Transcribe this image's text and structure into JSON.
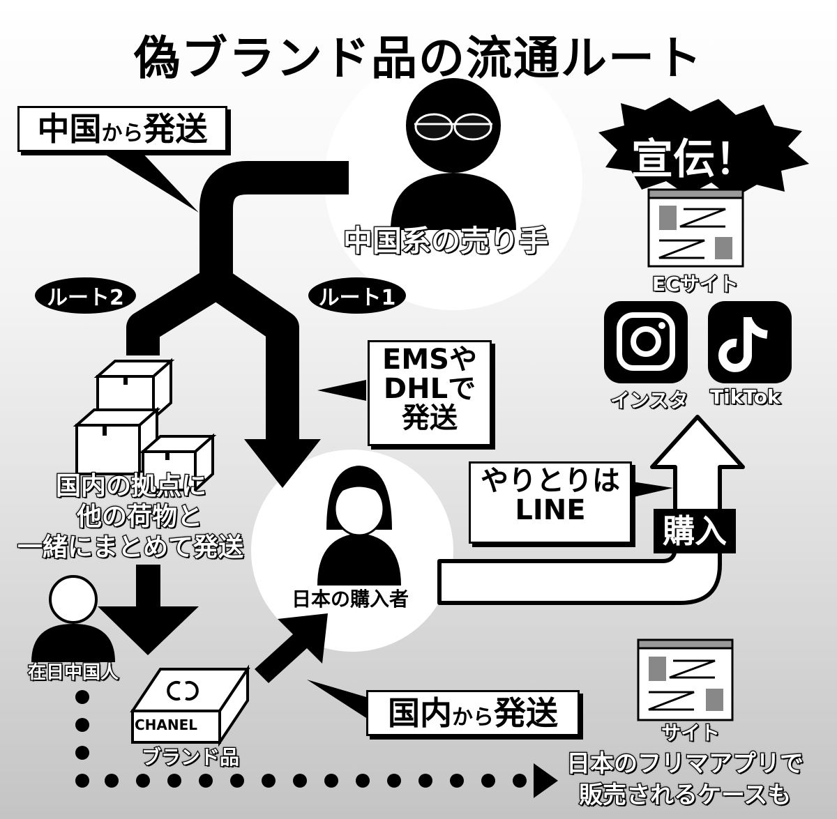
{
  "title": "偽ブランド品の流通ルート",
  "labels": {
    "ship_from_china_a": "中国",
    "ship_from_china_b": "から",
    "ship_from_china_c": "発送",
    "seller": "中国系の売り手",
    "route2": "ルート2",
    "route1": "ルート1",
    "ems_line1": "EMSや",
    "ems_line2": "DHLで",
    "ems_line3": "発送",
    "domestic_hub_line1": "国内の拠点に",
    "domestic_hub_line2": "他の荷物と",
    "domestic_hub_line3": "一緒にまとめて発送",
    "chinese_in_japan": "在日中国人",
    "buyer": "日本の購入者",
    "line_exchange_1": "やりとりは",
    "line_exchange_2": "LINE",
    "purchase": "購入",
    "advertise": "宣伝！",
    "ec_site": "ECサイト",
    "instagram": "インスタ",
    "tiktok": "TikTok",
    "brand_logo": "CHANEL",
    "brand_item": "ブランド品",
    "ship_domestic_a": "国内",
    "ship_domestic_b": "から",
    "ship_domestic_c": "発送",
    "site": "サイト",
    "flea_line1": "日本のフリマアプリで",
    "flea_line2": "販売されるケースも"
  },
  "icons": {
    "seller": "sunglasses-person-icon",
    "buyer": "woman-person-icon",
    "chinese_in_japan": "person-icon",
    "boxes": "cardboard-boxes-icon",
    "brand_box": "chanel-box-icon",
    "ec_site": "webpage-icon",
    "flea_site": "webpage-icon",
    "instagram": "instagram-icon",
    "tiktok": "tiktok-icon",
    "advertise_burst": "starburst-icon"
  },
  "colors": {
    "ink": "#000000",
    "paper": "#ffffff"
  }
}
